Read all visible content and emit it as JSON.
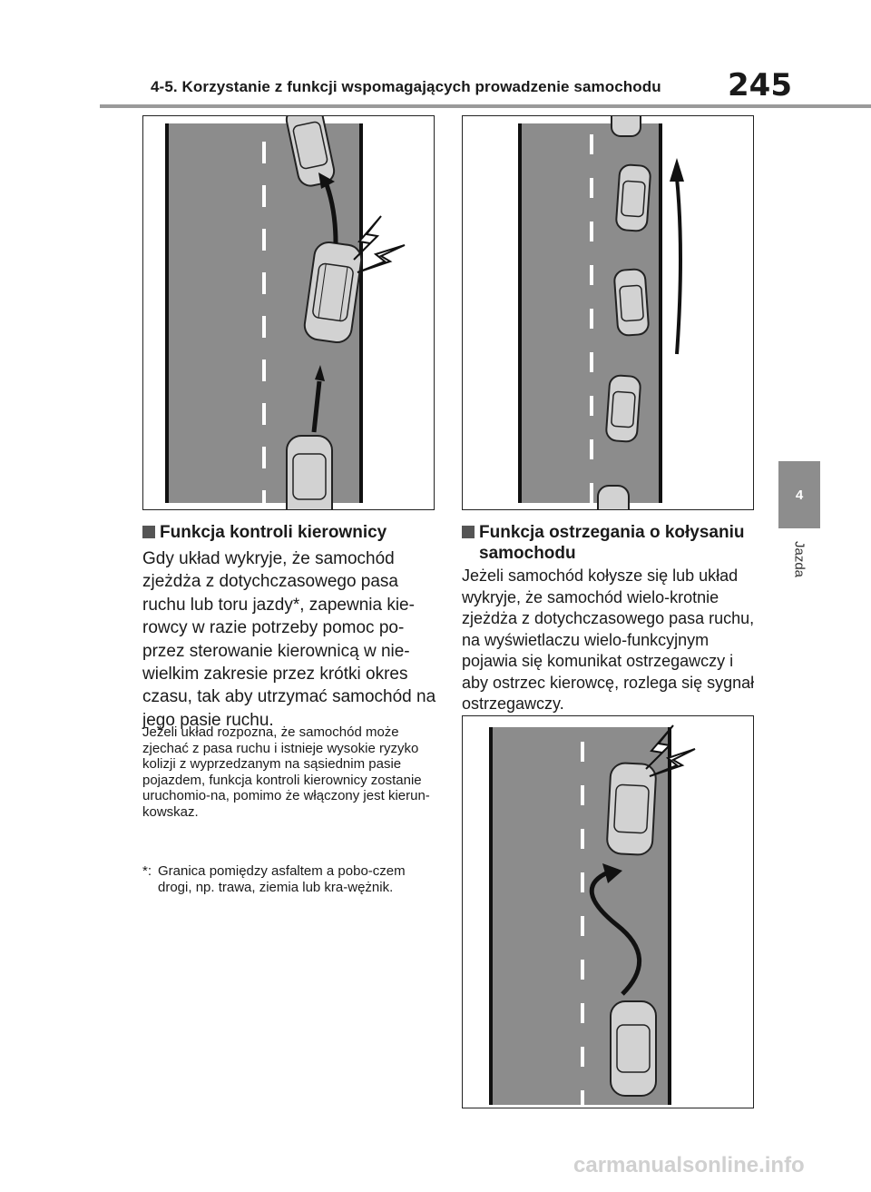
{
  "header": {
    "title": "4-5. Korzystanie z funkcji wspomagających prowadzenie samochodu",
    "page_number": "245"
  },
  "side_tab": {
    "number": "4",
    "label": "Jazda"
  },
  "sections": {
    "steering": {
      "heading": "Funkcja kontroli kierownicy",
      "body": "Gdy układ wykryje, że samochód zjeżdża z dotychczasowego pasa ruchu lub toru jazdy*, zapewnia kie-rowcy w razie potrzeby pomoc po-przez sterowanie kierownicą w nie-wielkim zakresie przez krótki okres czasu, tak aby utrzymać samochód na jego pasie ruchu.",
      "note": "Jeżeli układ rozpozna, że samochód może zjechać z pasa ruchu i istnieje wysokie ryzyko kolizji z wyprzedzanym na sąsiednim pasie pojazdem, funkcja kontroli kierownicy zostanie uruchomio-na, pomimo że włączony jest kierun-kowskaz.",
      "footnote_mark": "*:",
      "footnote": "Granica pomiędzy asfaltem a pobo-czem drogi, np. trawa, ziemia lub kra-wężnik."
    },
    "sway": {
      "heading": "Funkcja ostrzegania o kołysaniu samochodu",
      "body": "Jeżeli samochód kołysze się lub układ wykryje, że samochód wielo-krotnie zjeżdża z dotychczasowego pasa ruchu, na wyświetlaczu wielo-funkcyjnym pojawia się komunikat ostrzegawczy i aby ostrzec kierowcę, rozlega się sygnał ostrzegawczy."
    }
  },
  "watermark": "carmanualsonline.info",
  "colors": {
    "road": "#8c8c8c",
    "car": "#d2d2d2",
    "tab": "#8d8d8d"
  }
}
